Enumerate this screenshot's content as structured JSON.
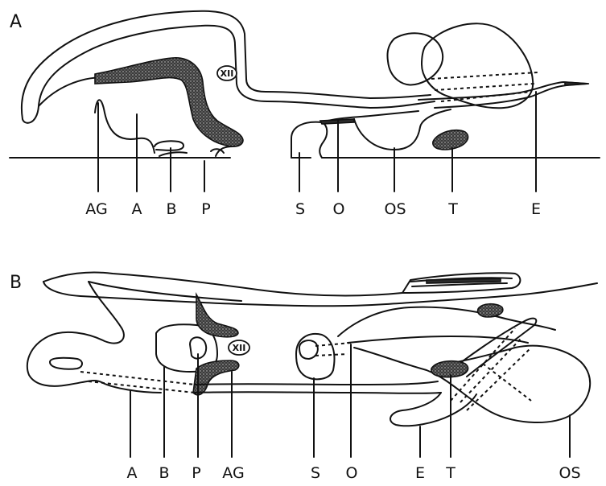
{
  "panel_a": {
    "letter": "A",
    "nerve": "XII",
    "labels": {
      "ag": "AG",
      "a": "A",
      "b": "B",
      "p": "P",
      "s": "S",
      "o": "O",
      "os": "OS",
      "t": "T",
      "e": "E"
    }
  },
  "panel_b": {
    "letter": "B",
    "nerve": "XII",
    "labels": {
      "a": "A",
      "b": "B",
      "p": "P",
      "ag": "AG",
      "s": "S",
      "o": "O",
      "e": "E",
      "t": "T",
      "os": "OS"
    }
  }
}
